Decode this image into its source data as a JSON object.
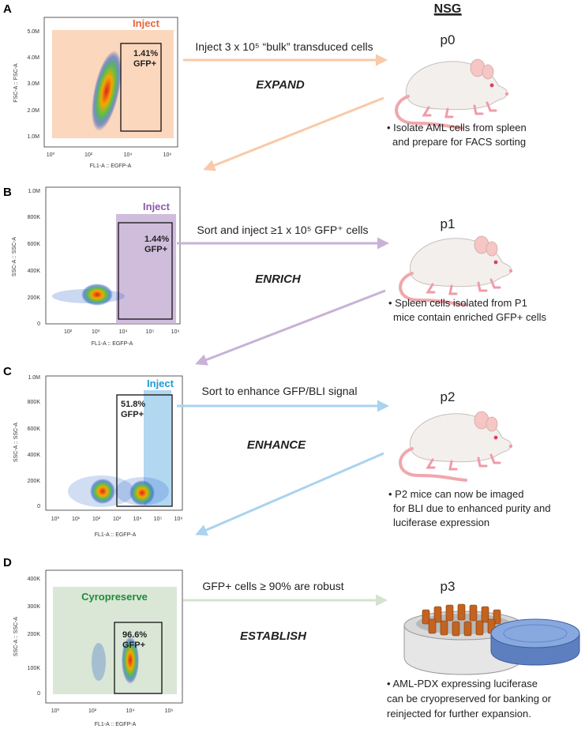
{
  "header": {
    "nsg": "NSG"
  },
  "colors": {
    "orange": "#f9c9a8",
    "orange_text": "#e8643c",
    "purple": "#c8b2d6",
    "purple_text": "#8a5aa6",
    "blue": "#a9d3ef",
    "blue_text": "#1d9ad6",
    "green": "#d3e3cf",
    "green_text": "#1e8b3a"
  },
  "panels": [
    {
      "letter": "A",
      "region_label": "Inject",
      "gate_pct": "1.41%",
      "gate_label": "GFP+",
      "y_axis": "FSC-A :: FSC-A",
      "x_axis": "FL1-A :: EGFP-A",
      "y_ticks": [
        "1.0M",
        "2.0M",
        "3.0M",
        "4.0M",
        "5.0M"
      ],
      "x_ticks": [
        "10⁰",
        "10²",
        "10⁴",
        "10⁶"
      ],
      "step": "Inject 3 x 10⁵ “bulk” transduced cells",
      "verb": "EXPAND",
      "pass": "p0",
      "note": [
        "• Isolate AML cells from spleen",
        "and prepare for FACS sorting"
      ]
    },
    {
      "letter": "B",
      "region_label": "Inject",
      "gate_pct": "1.44%",
      "gate_label": "GFP+",
      "y_axis": "SSC-A :: SSC-A",
      "x_axis": "FL1-A :: EGFP-A",
      "y_ticks": [
        "0",
        "200K",
        "400K",
        "600K",
        "800K",
        "1.0M"
      ],
      "x_ticks": [
        "10²",
        "10³",
        "10⁴",
        "10⁵",
        "10⁶"
      ],
      "step": "Sort and inject ≥1 x 10⁵ GFP⁺ cells",
      "verb": "ENRICH",
      "pass": "p1",
      "note": [
        "• Spleen cells isolated from P1",
        "mice contain enriched GFP+ cells"
      ]
    },
    {
      "letter": "C",
      "region_label": "Inject",
      "gate_pct": "51.8%",
      "gate_label": "GFP+",
      "y_axis": "SSC-A :: SSC-A",
      "x_axis": "FL1-A :: EGFP-A",
      "y_ticks": [
        "0",
        "200K",
        "400K",
        "600K",
        "800K",
        "1.0M"
      ],
      "x_ticks": [
        "10⁰",
        "10¹",
        "10²",
        "10³",
        "10⁴",
        "10⁵",
        "10⁶"
      ],
      "step": "Sort to enhance GFP/BLI signal",
      "verb": "ENHANCE",
      "pass": "p2",
      "note": [
        "• P2 mice can now be imaged",
        "for BLI due  to enhanced purity and",
        "luciferase expression"
      ]
    },
    {
      "letter": "D",
      "region_label": "Cyropreserve",
      "gate_pct": "96.6%",
      "gate_label": "GFP+",
      "y_axis": "SSC-A :: SSC-A",
      "x_axis": "FL1-A :: EGFP-A",
      "y_ticks": [
        "0",
        "100K",
        "200K",
        "300K",
        "400K"
      ],
      "x_ticks": [
        "10⁰",
        "10²",
        "10⁴",
        "10⁶"
      ],
      "step": "GFP+ cells ≥ 90% are robust",
      "verb": "ESTABLISH",
      "pass": "p3",
      "note": [
        "• AML-PDX expressing luciferase",
        "can be cryopreserved for banking or",
        "reinjected  for further expansion."
      ]
    }
  ],
  "icons": [
    "mouse-icon",
    "cryo-container-icon"
  ]
}
